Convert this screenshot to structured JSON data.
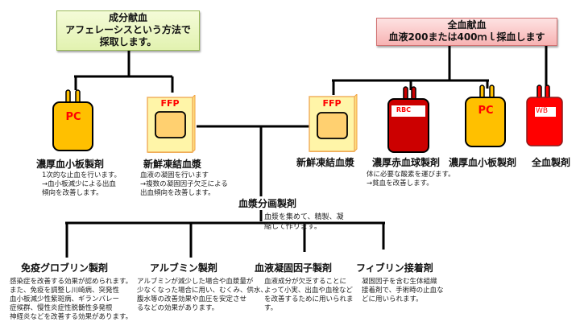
{
  "top_boxes": {
    "component_donation": {
      "title": "成分献血",
      "line2": "アフェレーシスという方法で",
      "line3": "採取します。",
      "color": "#e2f2b0"
    },
    "whole_blood_donation": {
      "title": "全血献血",
      "line2": "血液200または400ｍｌ採血します",
      "color": "#f7b3b3"
    }
  },
  "component_products": [
    {
      "bag_label": "PC",
      "bag_icon": "platelet-bag-icon",
      "name": "濃厚血小板製剤",
      "desc": [
        "1次的な止血を行います。",
        "→血小板減少による出血",
        "傾向を改善します。"
      ]
    },
    {
      "bag_label": "FFP",
      "bag_icon": "frozen-plasma-box-icon",
      "name": "新鮮凍結血漿",
      "desc": [
        "血液の凝固を行います",
        "→複数の凝固因子欠乏による",
        "出血傾向を改善します。"
      ]
    }
  ],
  "whole_blood_products": [
    {
      "bag_label": "FFP",
      "bag_icon": "frozen-plasma-box-icon",
      "name": "新鮮凍結血漿",
      "desc": []
    },
    {
      "bag_label": "RBC",
      "bag_icon": "red-cell-bag-icon",
      "name": "濃厚赤血球製剤",
      "desc": [
        "体に必要な酸素を運びます。",
        "→貧血を改善します。"
      ]
    },
    {
      "bag_label": "PC",
      "bag_icon": "platelet-bag-icon",
      "name": "濃厚血小板製剤",
      "desc": []
    },
    {
      "bag_label": "WB",
      "bag_icon": "whole-blood-bag-icon",
      "name": "全血製剤",
      "desc": []
    }
  ],
  "fractionation": {
    "name": "血漿分画製剤",
    "desc": [
      "血漿を集めて、精製、凝",
      "縮して作ります。"
    ]
  },
  "fraction_products": [
    {
      "name": "免疫グロブリン製剤",
      "desc": [
        "感染症を改善する効果が認められます。",
        "また、免疫を調整し川崎病、突発性",
        "血小板減少性紫斑病、ギランバレー",
        "症候群、慢性炎症性脱髄性多発根",
        "神経炎などを改善する効果があります。"
      ]
    },
    {
      "name": "アルブミン製剤",
      "desc": [
        "アルブミンが減少した場合や血漿量が",
        "少なくなった場合に用い、むくみ、供水、",
        "腹水等の改善効果や血圧を安定させ",
        "るなどの効果があります。"
      ]
    },
    {
      "name": "血液凝固因子製剤",
      "desc": [
        "血液成分が欠乏することに",
        "よって小実、出血や血栓など",
        "を改善するために用いられま",
        "す。"
      ]
    },
    {
      "name": "フィブリン接着剤",
      "desc": [
        "凝固因子を含む生体組織",
        "接着剤で、手術時の止血な",
        "どに用いられます。"
      ]
    }
  ],
  "colors": {
    "pc_bag": "#ffc000",
    "ffp_box": "#fff2a0",
    "ffp_inner": "#ffd070",
    "rbc_bag": "#cc0000",
    "wb_bag": "#ff0000",
    "label_red": "#ff0000"
  }
}
